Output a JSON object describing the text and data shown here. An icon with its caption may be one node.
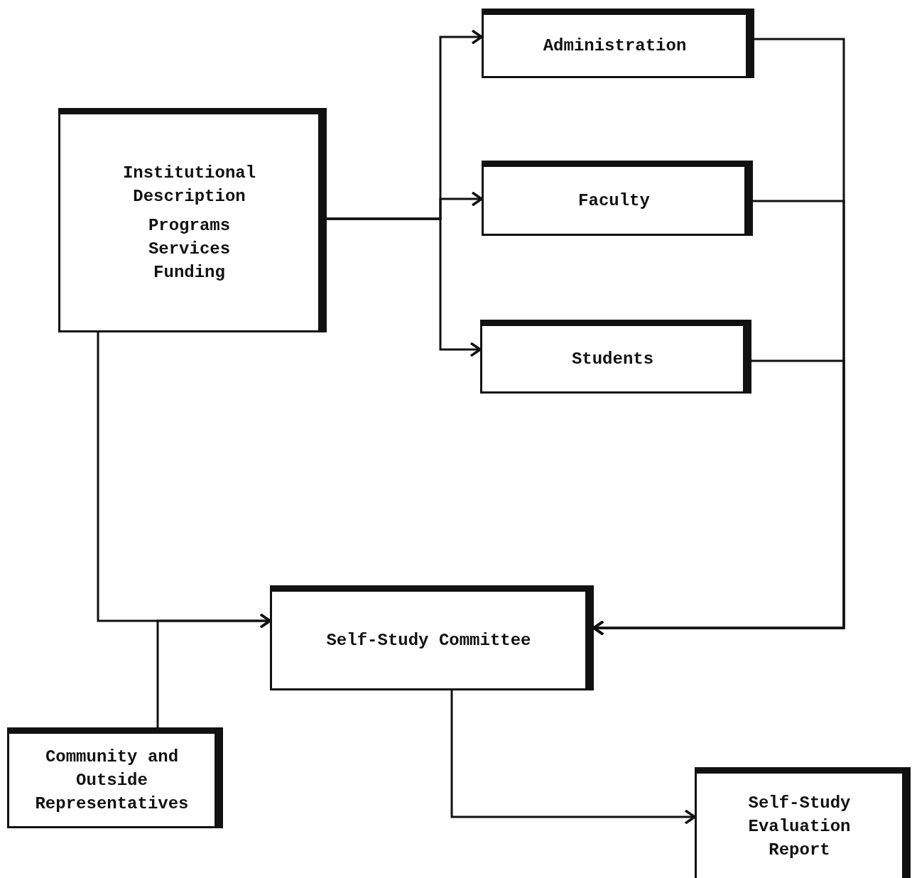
{
  "diagram": {
    "nodes": [
      {
        "text": [
          "Institutional Description",
          "Programs Services Funding"
        ]
      },
      {
        "text": [
          "Administration"
        ]
      },
      {
        "text": [
          "Faculty"
        ]
      },
      {
        "text": [
          "Students"
        ]
      },
      {
        "text": [
          "Self-Study Committee"
        ]
      },
      {
        "text": [
          "Community and Outside Representatives"
        ]
      },
      {
        "text": [
          "Self-Study Evaluation Report"
        ]
      }
    ],
    "edges": [
      {
        "from": 0,
        "to": 1,
        "arrow": "to"
      },
      {
        "from": 0,
        "to": 2,
        "arrow": "to"
      },
      {
        "from": 0,
        "to": 3,
        "arrow": "to"
      },
      {
        "from": 0,
        "to": 4,
        "arrow": "to"
      },
      {
        "from": 5,
        "to": 4,
        "arrow": "to"
      },
      {
        "from": 1,
        "to": 4,
        "arrow": "to"
      },
      {
        "from": 2,
        "to": 4,
        "arrow": "to"
      },
      {
        "from": 3,
        "to": 4,
        "arrow": "to"
      },
      {
        "from": 4,
        "to": 6,
        "arrow": "to"
      }
    ]
  }
}
